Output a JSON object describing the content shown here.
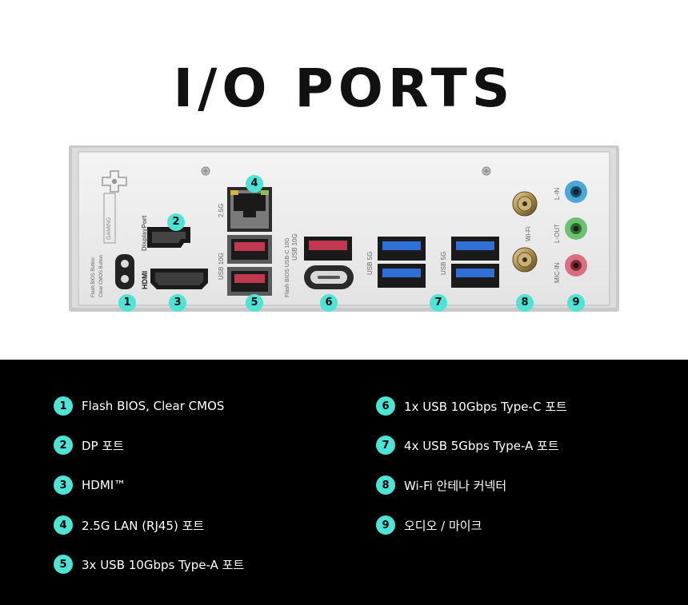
{
  "title": "I/O PORTS",
  "panel": {
    "gaming": "GAMING",
    "displayport": "DisplayPort",
    "hdmi_logo": "HDMI",
    "flash_bios_button": "Flash BIOS Button",
    "clear_cmos_button": "Clear CMOS Button",
    "lan_speed": "2.5G",
    "usb10g_a": "USB 10G",
    "usb10g_b": "USB 10G",
    "flash_bios_usbc": "Flash BIOS USB-C 10G",
    "usb5g_a": "USB 5G",
    "usb5g_b": "USB 5G",
    "wifi": "Wi-Fi",
    "line_in": "L-IN",
    "line_out": "L-OUT",
    "mic_in": "MIC-IN"
  },
  "badges": [
    "1",
    "2",
    "3",
    "4",
    "5",
    "6",
    "7",
    "8",
    "9"
  ],
  "legend": [
    {
      "num": "1",
      "text": "Flash BIOS, Clear CMOS"
    },
    {
      "num": "2",
      "text": "DP 포트"
    },
    {
      "num": "3",
      "text": "HDMI™"
    },
    {
      "num": "4",
      "text": "2.5G LAN (RJ45) 포트"
    },
    {
      "num": "5",
      "text": "3x USB 10Gbps Type-A 포트"
    },
    {
      "num": "6",
      "text": "1x USB 10Gbps Type-C 포트"
    },
    {
      "num": "7",
      "text": "4x USB 5Gbps Type-A 포트"
    },
    {
      "num": "8",
      "text": "Wi-Fi 안테나 커넥터"
    },
    {
      "num": "9",
      "text": "오디오 / 마이크"
    }
  ],
  "colors": {
    "accent": "#4fe3d6",
    "usb5g": "#2f6fd6",
    "usb10g": "#c0394f",
    "audio_blue": "#4aa8d8",
    "audio_green": "#6cc070",
    "audio_pink": "#d9707f"
  }
}
